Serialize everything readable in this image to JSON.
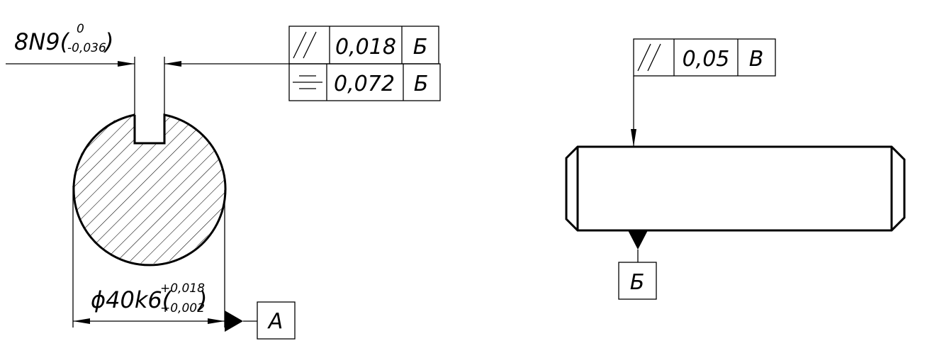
{
  "left_view": {
    "slot_dimension": {
      "nominal": "8N9(",
      "upper": "0",
      "lower": "-0,036",
      "close": ")"
    },
    "diameter_dimension": {
      "nominal": "ϕ40k6(",
      "upper": "+0,018",
      "lower": "+0,002",
      "close": ")"
    },
    "datum_a": "A",
    "tolerance_frames": [
      {
        "symbol": "parallelism",
        "value": "0,018",
        "datum": "Б"
      },
      {
        "symbol": "symmetry",
        "value": "0,072",
        "datum": "Б"
      }
    ]
  },
  "right_view": {
    "tolerance_frame": {
      "symbol": "parallelism",
      "value": "0,05",
      "datum": "В"
    },
    "datum_b": "Б"
  }
}
